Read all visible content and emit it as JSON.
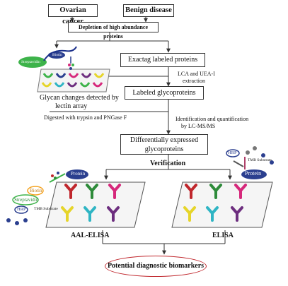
{
  "boxes": {
    "ovarian": "Ovarian cancer",
    "benign": "Benign disease",
    "depletion": "Depletion of high abundance proteins",
    "exactag": "Exactag labeled proteins",
    "labeled_glyco": "Labeled glycoproteins",
    "diff1": "Differentially expressed",
    "diff2": "glycoproteins",
    "biomarkers": "Potential diagnostic biomarkers"
  },
  "labels": {
    "lca1": "LCA and  UEA-I",
    "lca2": "extraction",
    "glycan1": "Glycan changes detected by",
    "glycan2": "lectin array",
    "digest": "Digested with trypsin and PNGase F",
    "ident1": "Identification and quantification",
    "ident2": "by LC-MS/MS",
    "verification": "Verification",
    "aal": "AAL-ELISA",
    "elisa": "ELISA",
    "biotin_small": "Biotin",
    "streptavidin_small": "Streptavidin",
    "protein_left": "Protein",
    "biotin": "Biotin",
    "streptavidin": "Streptavidin",
    "hrp_left": "HRP",
    "tmb_left": "TMB Substrate",
    "protein_right": "Protein",
    "hrp_right": "HRP",
    "tmb_right": "TMB Substrate"
  },
  "colors": {
    "streptavidin": "#3db34a",
    "biotin": "#f4a21e",
    "protein": "#2b3f8f",
    "biomarker_ring": "#c0272d",
    "ab_red": "#c0272d",
    "ab_green": "#2e8b3a",
    "ab_pink": "#d6287b",
    "ab_yellow": "#e6d52a",
    "ab_cyan": "#2fb5c4",
    "ab_purple": "#6d2e7f"
  }
}
